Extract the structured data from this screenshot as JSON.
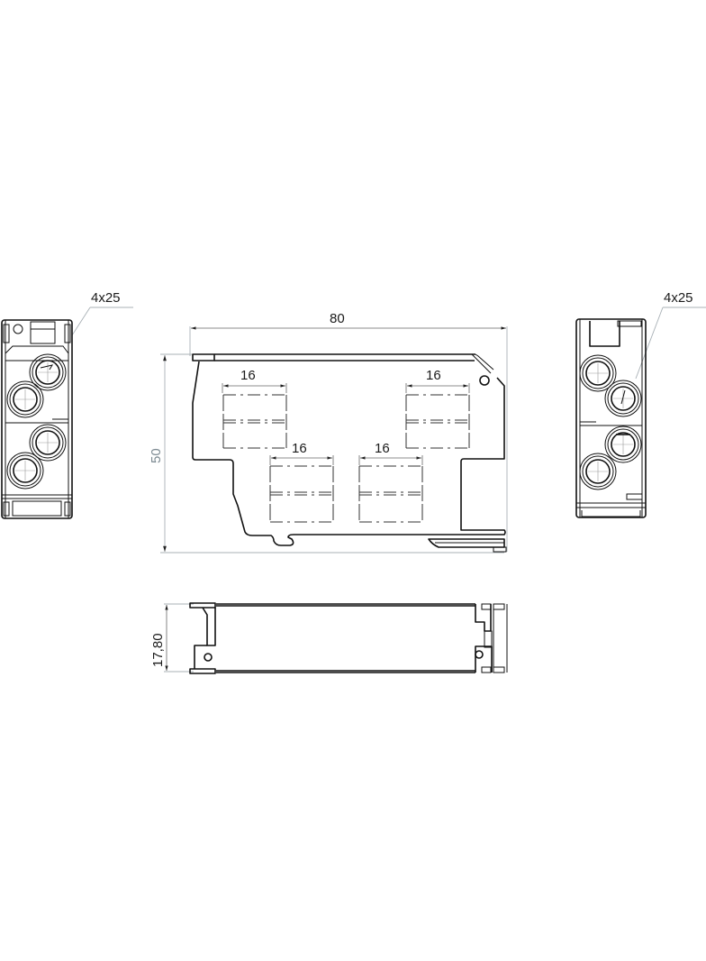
{
  "drawing": {
    "left_view": {
      "callout": "4x25"
    },
    "right_view": {
      "callout": "4x25"
    },
    "front_view": {
      "overall_width": "80",
      "overall_height": "50",
      "slot_widths": [
        "16",
        "16",
        "16",
        "16"
      ]
    },
    "top_view": {
      "depth": "17,80"
    }
  },
  "colors": {
    "outline": "#111111",
    "dimension_line": "#a8b0b5",
    "height_dimension_text": "#7d8a92"
  }
}
